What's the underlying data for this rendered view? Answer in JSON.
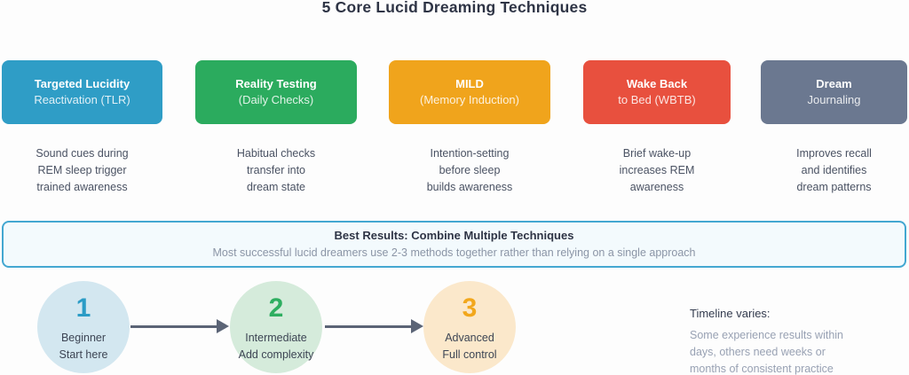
{
  "page": {
    "title": "5 Core Lucid Dreaming Techniques"
  },
  "techniques": [
    {
      "title": "Targeted Lucidity",
      "subtitle": "Reactivation (TLR)",
      "color": "#2f9dc6",
      "desc": [
        "Sound cues during",
        "REM sleep trigger",
        "trained awareness"
      ]
    },
    {
      "title": "Reality Testing",
      "subtitle": "(Daily Checks)",
      "color": "#2bab5e",
      "desc": [
        "Habitual checks",
        "transfer into",
        "dream state"
      ]
    },
    {
      "title": "MILD",
      "subtitle": "(Memory Induction)",
      "color": "#f0a41c",
      "desc": [
        "Intention-setting",
        "before sleep",
        "builds awareness"
      ]
    },
    {
      "title": "Wake Back",
      "subtitle": "to Bed (WBTB)",
      "color": "#e8503e",
      "desc": [
        "Brief wake-up",
        "increases REM",
        "awareness"
      ]
    },
    {
      "title": "Dream",
      "subtitle": "Journaling",
      "color": "#6b7890",
      "desc": [
        "Improves recall",
        "and identifies",
        "dream patterns"
      ]
    }
  ],
  "banner": {
    "title": "Best Results: Combine Multiple Techniques",
    "subtitle": "Most successful lucid dreamers use 2-3 methods together rather than relying on a single approach",
    "border_color": "#43a7d1",
    "background": "#f3fafd"
  },
  "steps": [
    {
      "number": "1",
      "labels": [
        "Beginner",
        "Start here"
      ],
      "circle_color": "#d3e7f0",
      "number_color": "#2b9cc6"
    },
    {
      "number": "2",
      "labels": [
        "Intermediate",
        "Add complexity"
      ],
      "circle_color": "#d5ebdb",
      "number_color": "#2eae60"
    },
    {
      "number": "3",
      "labels": [
        "Advanced",
        "Full control"
      ],
      "circle_color": "#fbe8cb",
      "number_color": "#f2a71c"
    }
  ],
  "flow": {
    "arrow_color": "#5b6476"
  },
  "timeline": {
    "heading": "Timeline varies:",
    "lines": [
      "Some experience results within",
      "days, others need weeks or",
      "months of consistent practice"
    ]
  }
}
